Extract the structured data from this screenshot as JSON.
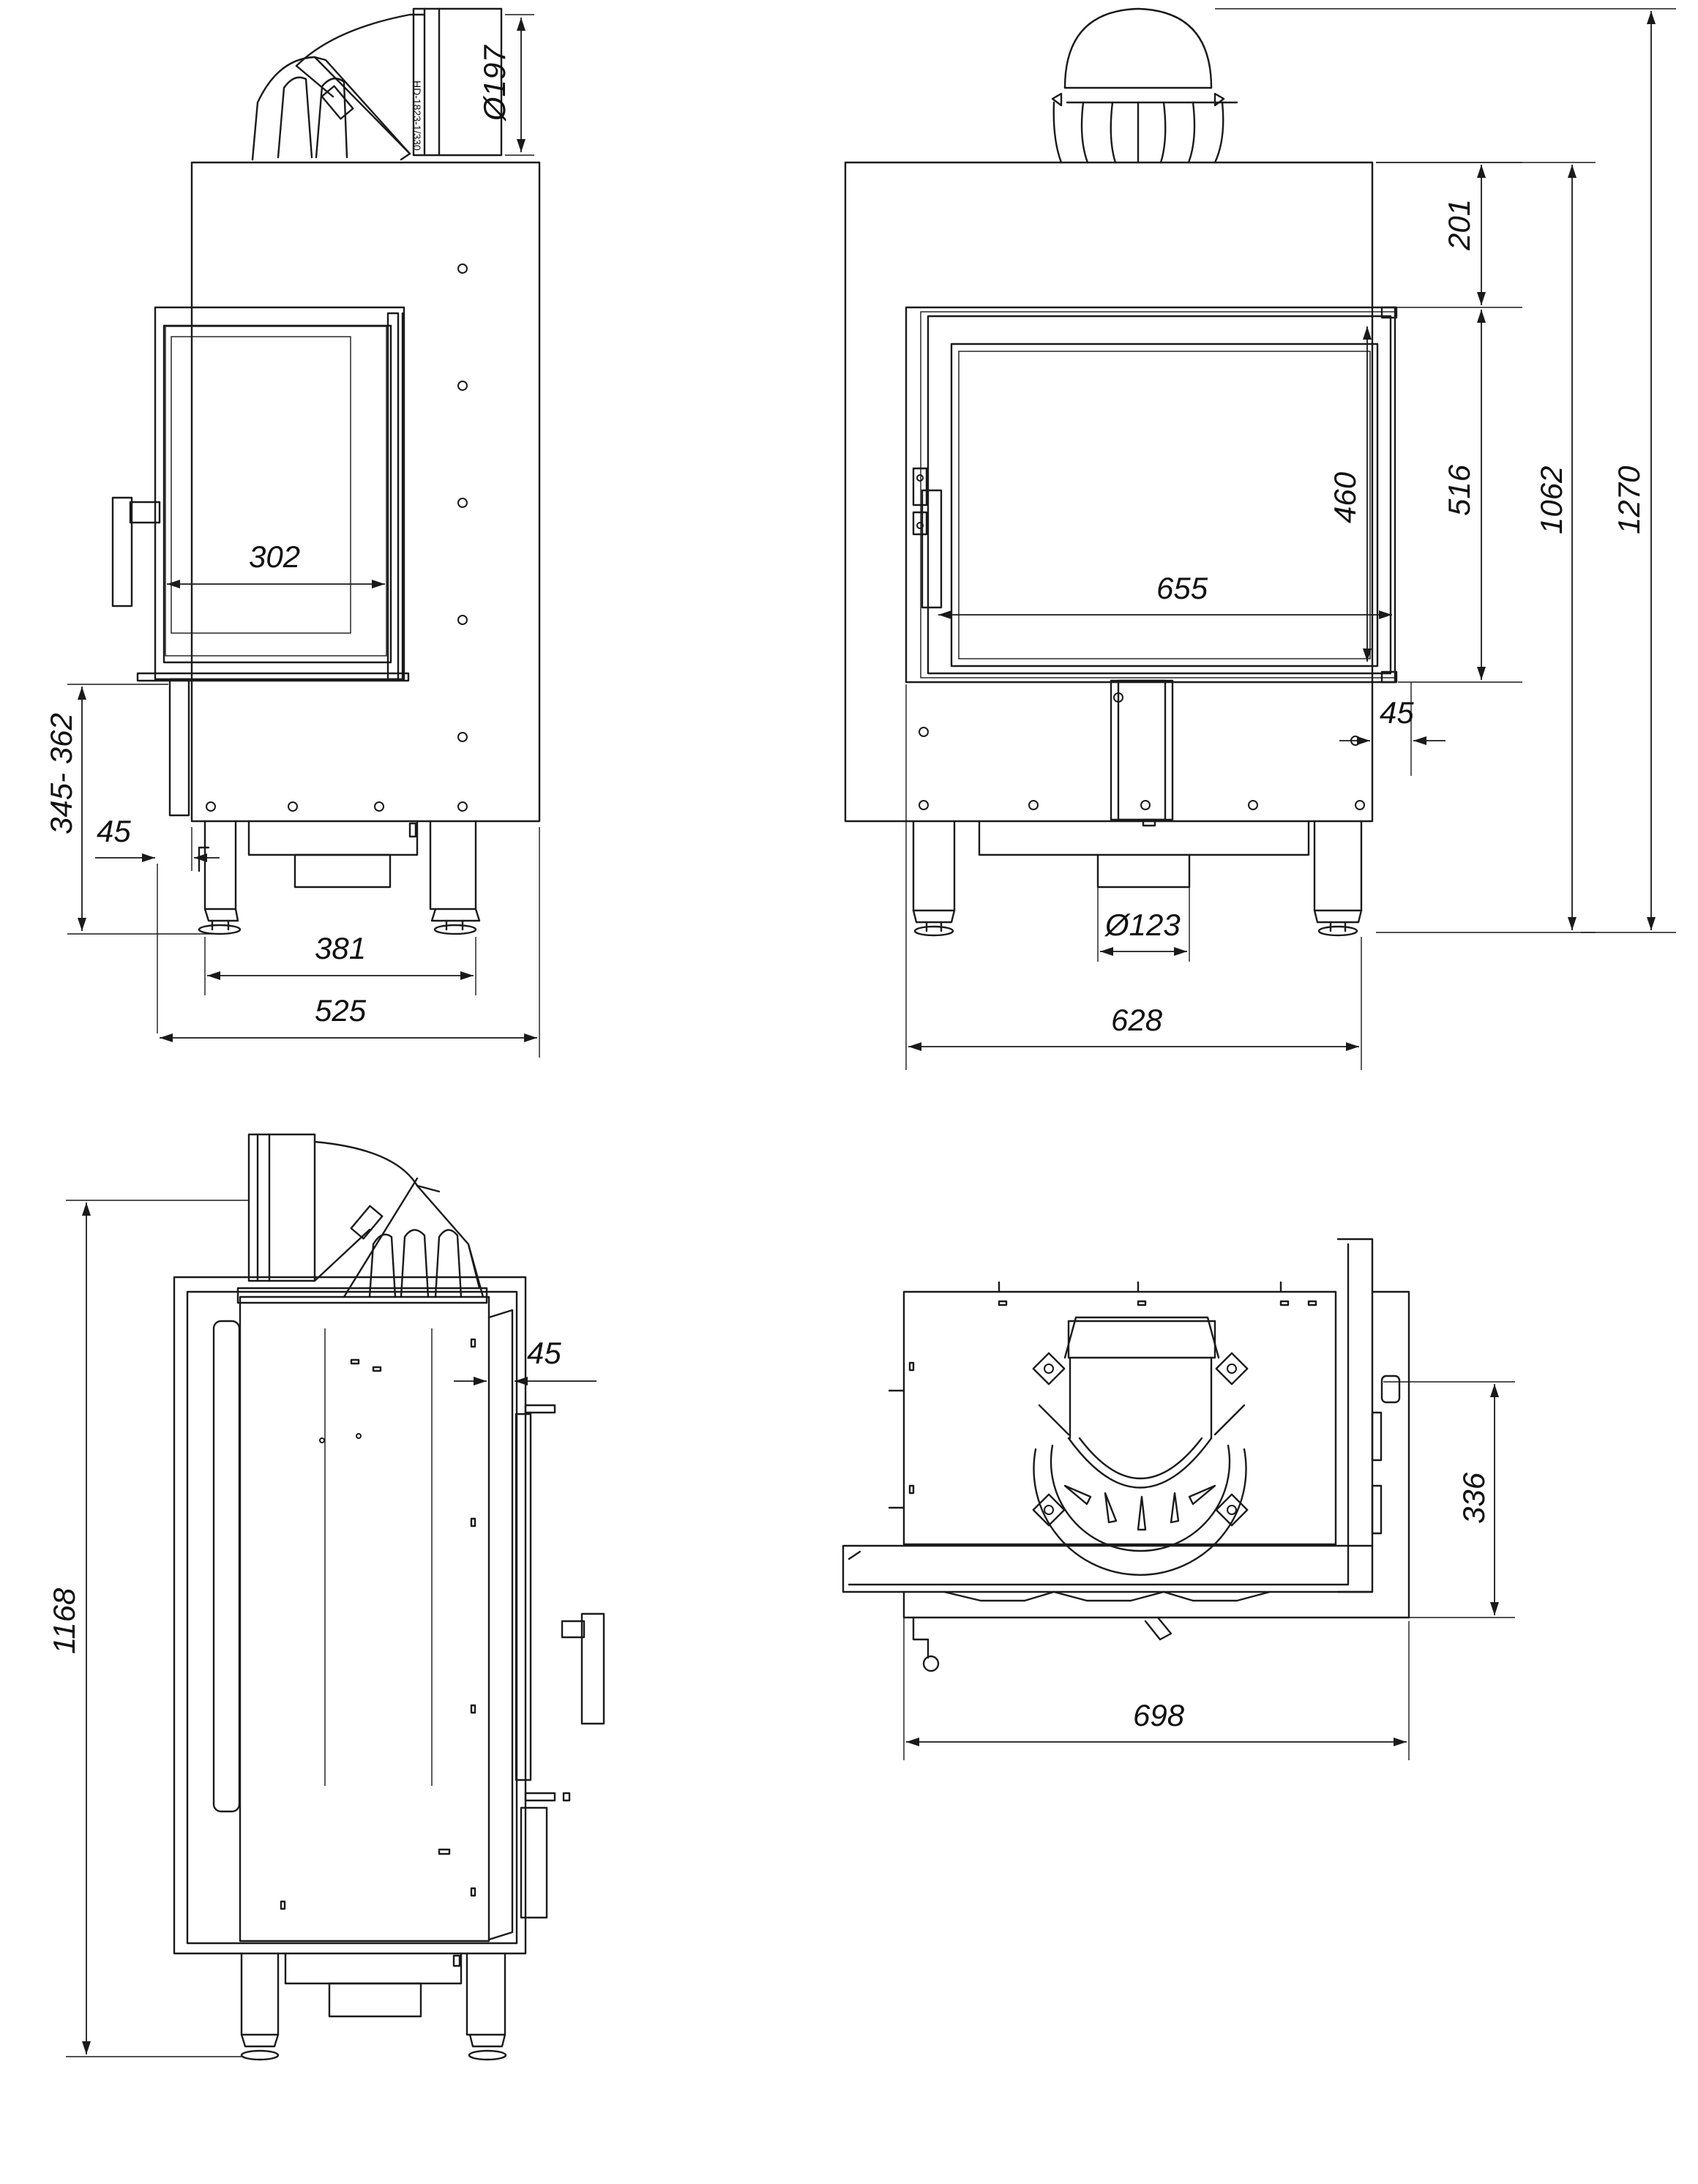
{
  "dimensions": {
    "flue_diameter": "Ø197",
    "outlet_diameter": "Ø123",
    "door_glass_width": "302",
    "glass_width_front": "655",
    "glass_height": "460",
    "top_height": "201",
    "door_height": "516",
    "body_height": "1062",
    "total_height": "1270",
    "offset_right": "45",
    "offset_left": "45",
    "offset_side": "45",
    "floor_clearance": "345- 362",
    "feet_spacing": "381",
    "side_width": "525",
    "front_width": "628",
    "side_height": "1168",
    "top_width": "698",
    "top_depth": "336"
  },
  "label_text": {
    "flue_plate": "HD-1823-1/330"
  },
  "colors": {
    "line": "#1a1a1a",
    "background": "#ffffff"
  }
}
